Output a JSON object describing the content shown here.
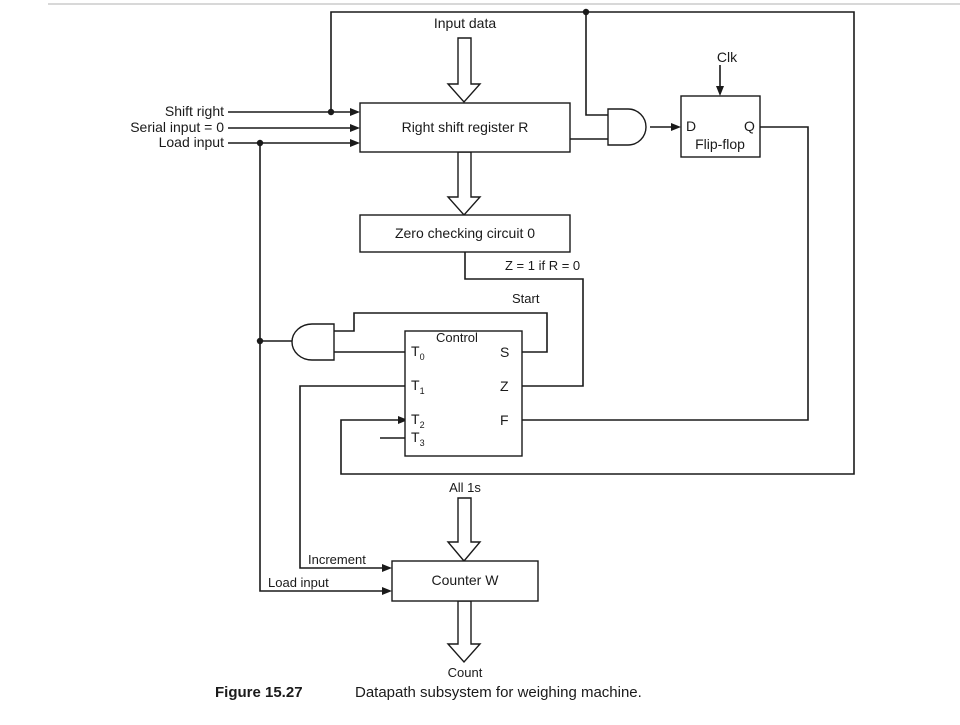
{
  "labels": {
    "input_data": "Input data",
    "clk": "Clk",
    "shift_right": "Shift right",
    "serial_input": "Serial input = 0",
    "load_input_left": "Load input",
    "shift_register": "Right shift register R",
    "ff_d": "D",
    "ff_q": "Q",
    "ff_name": "Flip-flop",
    "zero_circuit": "Zero checking circuit 0",
    "zero_condition": "Z = 1 if R = 0",
    "start": "Start",
    "control": "Control",
    "t": "T",
    "t0_sub": "0",
    "t1_sub": "1",
    "t2_sub": "2",
    "t3_sub": "3",
    "s": "S",
    "z": "Z",
    "f": "F",
    "all_1s": "All 1s",
    "increment": "Increment",
    "load_input_counter": "Load input",
    "counter": "Counter W",
    "count": "Count"
  },
  "caption": {
    "number": "Figure 15.27",
    "text": "Datapath subsystem for weighing machine."
  }
}
